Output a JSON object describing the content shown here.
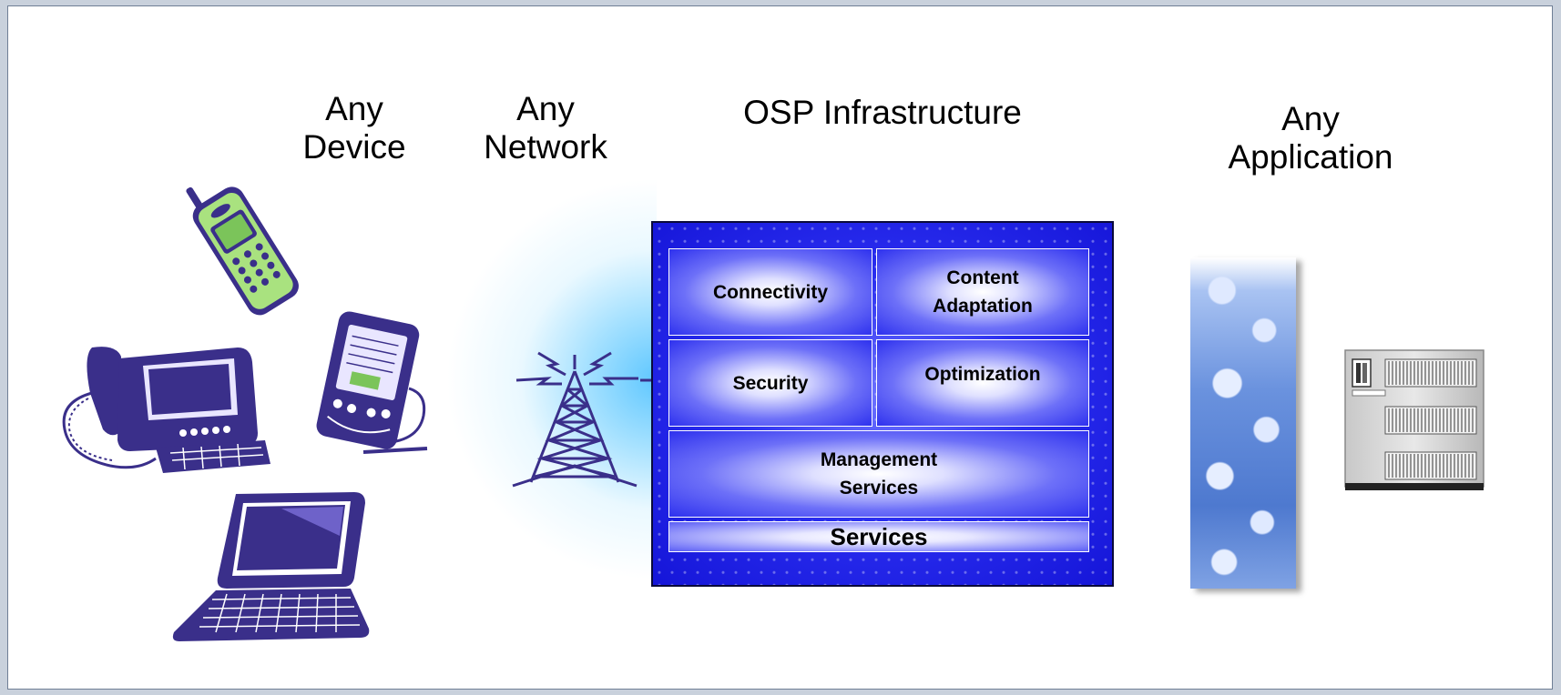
{
  "labels": {
    "any_device": "Any\nDevice",
    "any_network": "Any\nNetwork",
    "osp_infrastructure": "OSP Infrastructure",
    "any_application": "Any\nApplication"
  },
  "osp_box": {
    "connectivity": "Connectivity",
    "content_adaptation": "Content\nAdaptation",
    "security": "Security",
    "optimization": "Optimization",
    "management_services": "Management\nServices",
    "services": "Services"
  },
  "colors": {
    "device_purple": "#3a2f8a",
    "phone_green": "#8fd06a",
    "box_blue": "#1f22e6",
    "network_glow": "#5fc7ff"
  },
  "icons": [
    "mobile-phone-icon",
    "desk-phone-icon",
    "pda-icon",
    "laptop-icon",
    "radio-tower-icon",
    "people-crowd-image",
    "server-icon"
  ]
}
